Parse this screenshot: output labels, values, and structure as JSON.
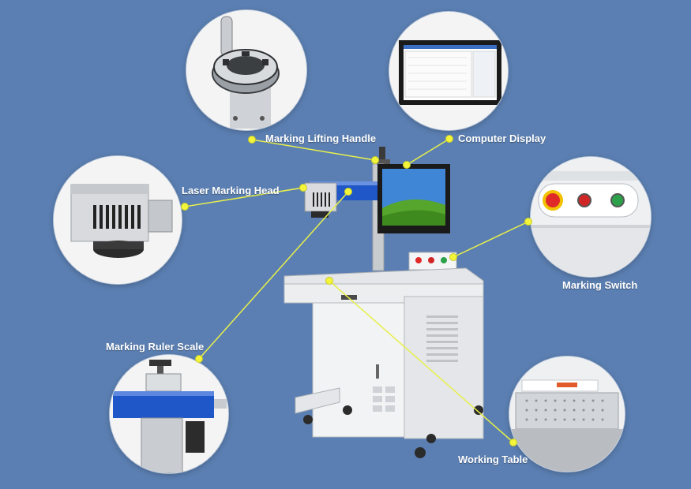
{
  "labels": {
    "handle": "Marking Lifting Handle",
    "display": "Computer Display",
    "head": "Laser Marking Head",
    "switch": "Marking Switch",
    "ruler": "Marking Ruler Scale",
    "table": "Working Table"
  },
  "colors": {
    "background": "#5b7fb2",
    "callout_line": "#e8f04a",
    "callout_dot": "#f2f53a",
    "label_text": "#ffffff"
  }
}
